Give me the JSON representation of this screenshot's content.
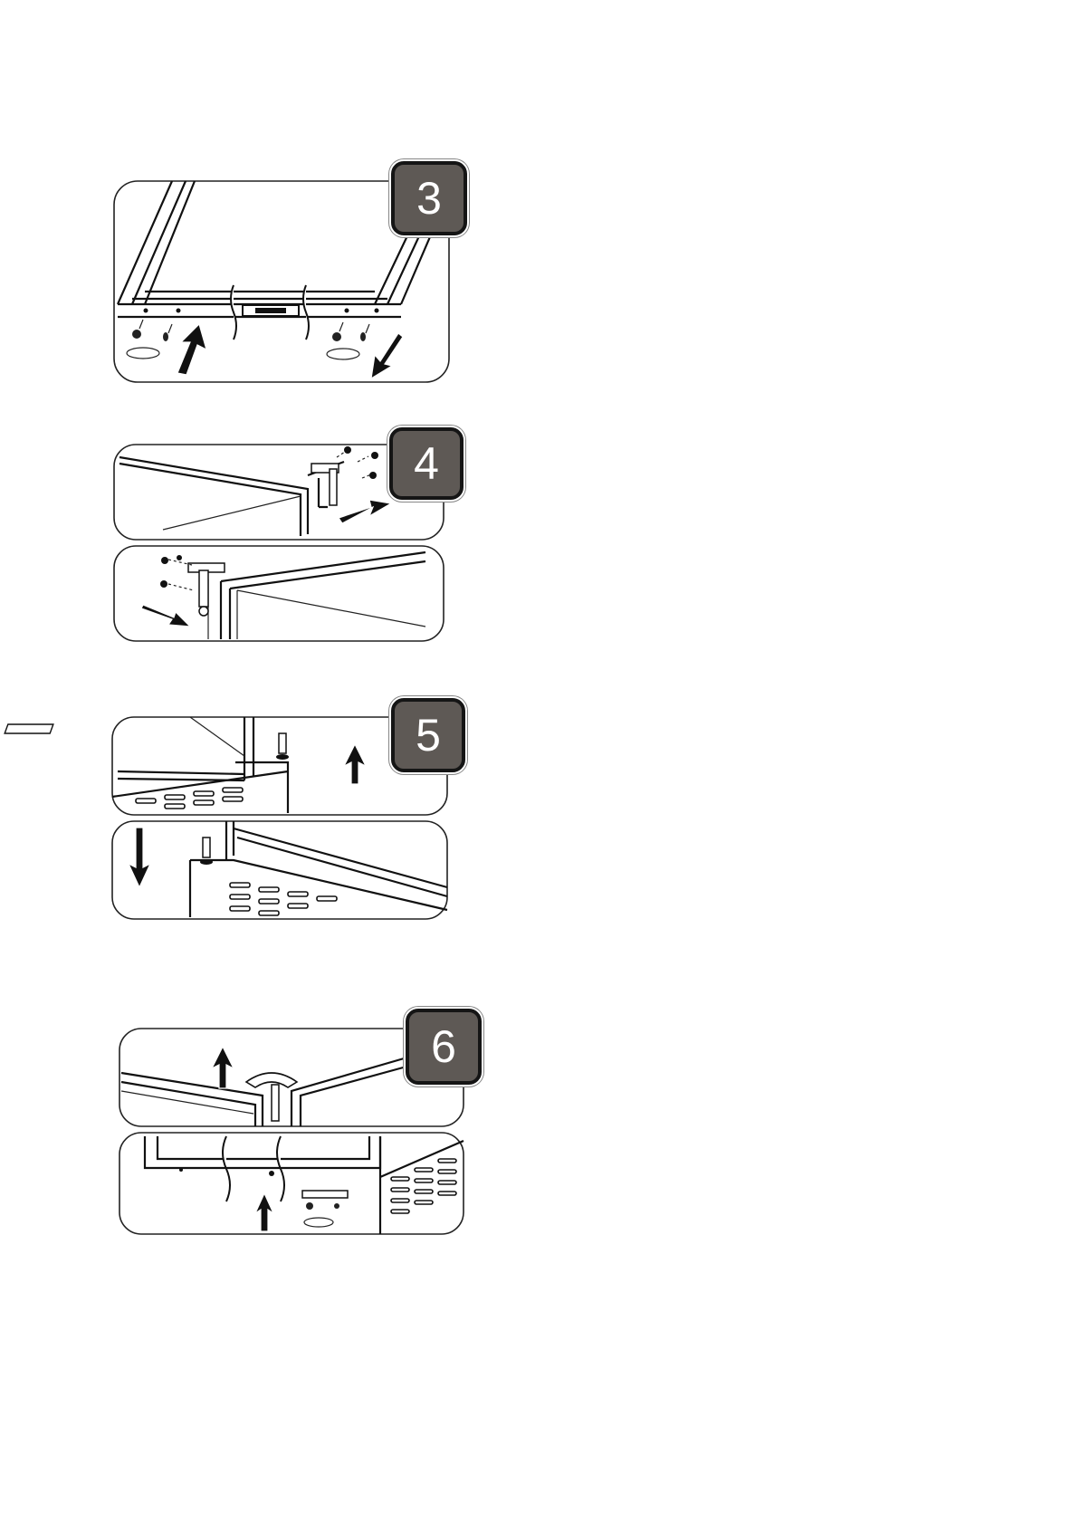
{
  "steps": [
    {
      "number": "3"
    },
    {
      "number": "4"
    },
    {
      "number": "5"
    },
    {
      "number": "6"
    }
  ]
}
